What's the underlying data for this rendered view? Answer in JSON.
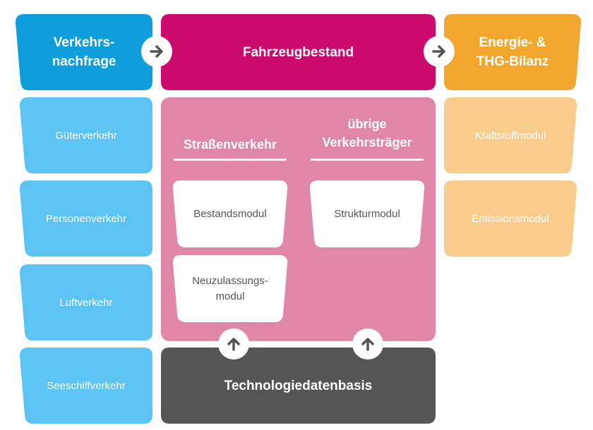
{
  "colors": {
    "blue_dark": "#0E9EDC",
    "blue_light": "#5BC4F2",
    "magenta": "#CC0A6E",
    "pink": "#E087A9",
    "orange": "#F3A62C",
    "orange_light": "#F9CC8C",
    "gray_dark": "#555555",
    "arrow": "#555555"
  },
  "icons": {
    "right_arrow": "arrow-right-icon",
    "up_arrow": "arrow-up-icon"
  },
  "headers": {
    "verkehrsnachfrage": [
      "Verkehrs-",
      "nachfrage"
    ],
    "fahrzeugbestand": "Fahrzeugbestand",
    "energie": [
      "Energie- &",
      "THG-Bilanz"
    ]
  },
  "left_modules": [
    "Güterverkehr",
    "Personenverkehr",
    "Luftverkehr",
    "Seeschiffverkehr"
  ],
  "right_modules": [
    "Kraftstoffmodul",
    "Emissionsmodul"
  ],
  "center": {
    "strasse_title": "Straßenverkehr",
    "uebrige_title": [
      "übrige",
      "Verkehrsträger"
    ],
    "bestandsmodul": "Bestandsmodul",
    "neuzulassung": [
      "Neuzulassungs-",
      "modul"
    ],
    "strukturmodul": "Strukturmodul"
  },
  "bottom": "Technologiedatenbasis"
}
